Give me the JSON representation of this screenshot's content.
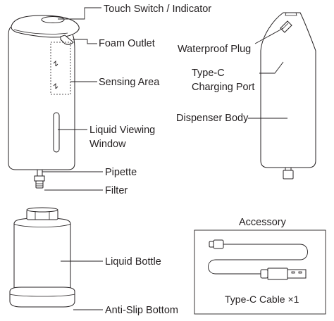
{
  "labels": {
    "touch_switch": "Touch Switch / Indicator",
    "foam_outlet": "Foam Outlet",
    "sensing_area": "Sensing Area",
    "liquid_window_1": "Liquid Viewing",
    "liquid_window_2": "Window",
    "pipette": "Pipette",
    "filter": "Filter",
    "waterproof_plug": "Waterproof Plug",
    "typec_port_1": "Type-C",
    "typec_port_2": "Charging Port",
    "dispenser_body": "Dispenser Body",
    "liquid_bottle": "Liquid Bottle",
    "anti_slip": "Anti-Slip Bottom",
    "accessory_title": "Accessory",
    "cable_label": "Type-C Cable ×1"
  }
}
